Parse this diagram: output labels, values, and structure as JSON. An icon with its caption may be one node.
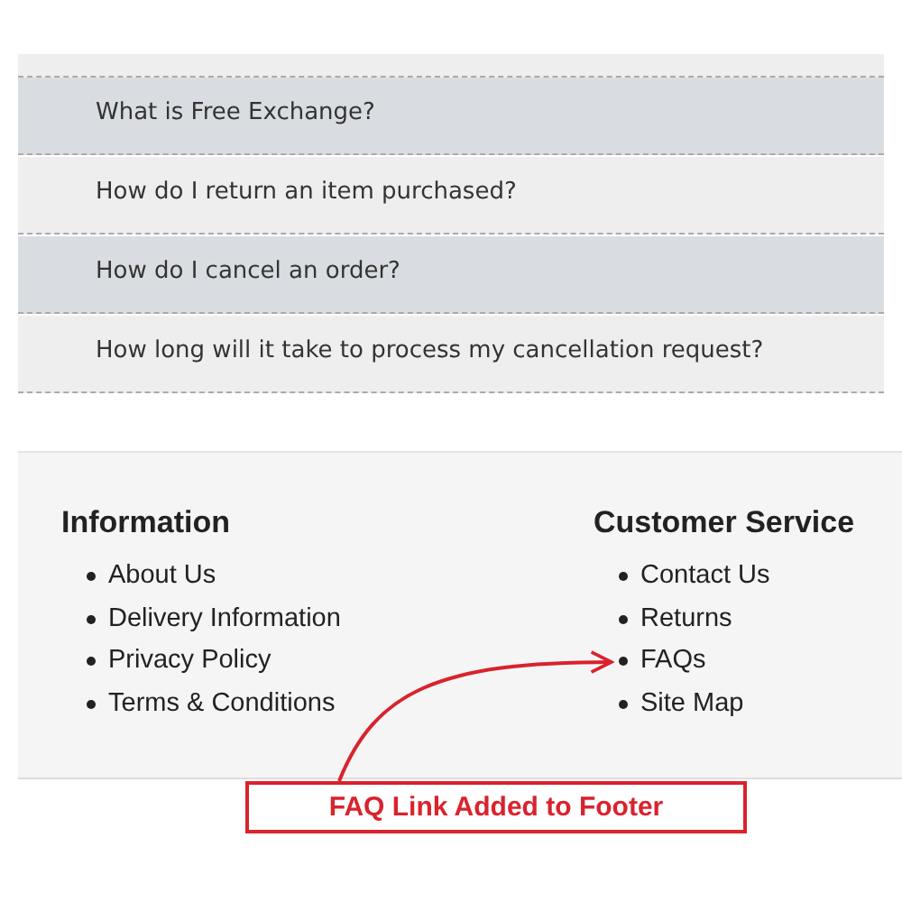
{
  "diagram": {
    "nodes": [
      {
        "text": [
          "What is Free Exchange?"
        ]
      },
      {
        "text": [
          "How do I return an item purchased?"
        ]
      },
      {
        "text": [
          "How do I cancel an order?"
        ]
      },
      {
        "text": [
          "How long will it take to process my cancellation request?"
        ]
      },
      {
        "text": [
          "FAQs"
        ]
      },
      {
        "text": [
          "FAQ Link Added to Footer"
        ]
      }
    ],
    "edges": [
      {
        "from": 5,
        "to": 4,
        "arrow": "to",
        "color": "#d9232d"
      }
    ],
    "labels": [
      "Information",
      "About Us",
      "Delivery Information",
      "Privacy Policy",
      "Terms & Conditions",
      "Customer Service",
      "Contact Us",
      "Returns",
      "Site Map"
    ]
  }
}
